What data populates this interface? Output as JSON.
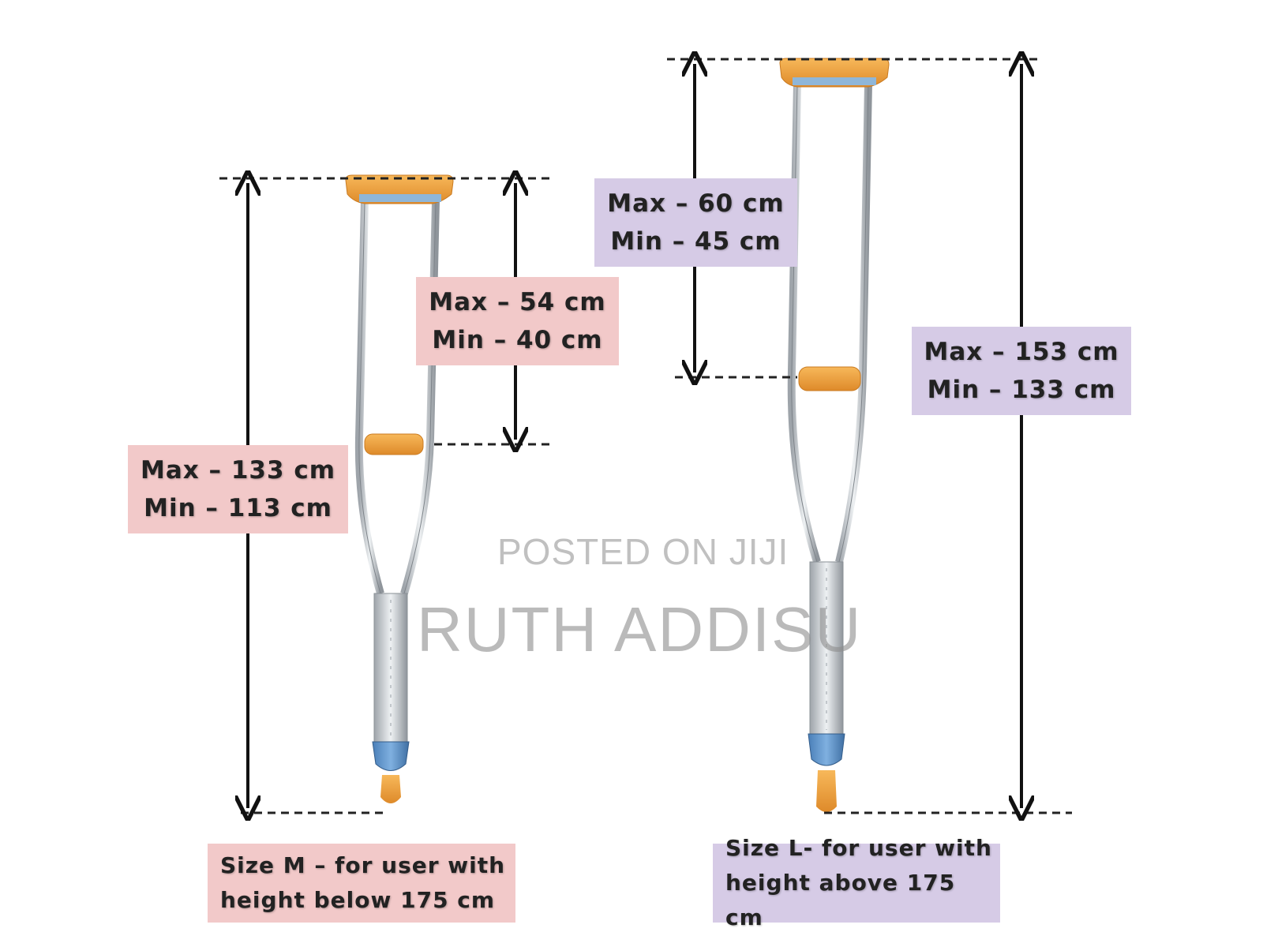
{
  "size_m": {
    "overall_max": "Max – 133 cm",
    "overall_min": "Min – 113 cm",
    "upper_max": "Max – 54 cm",
    "upper_min": "Min – 40 cm",
    "caption_line1": "Size M – for user with",
    "caption_line2": "height below 175 cm",
    "label_color": "#f2c9c9"
  },
  "size_l": {
    "overall_max": "Max – 153 cm",
    "overall_min": "Min – 133 cm",
    "upper_max": "Max – 60 cm",
    "upper_min": "Min – 45 cm",
    "caption_line1": "Size L- for user with",
    "caption_line2": "height above 175 cm",
    "label_color": "#d6cbe6"
  },
  "watermark": {
    "line1": "POSTED ON JIJI",
    "line2": "RUTH ADDISU"
  },
  "colors": {
    "pad_orange": "#f0a444",
    "tip_blue": "#5b8fc9",
    "aluminum": "#c9ced3",
    "dashes": "#222222"
  }
}
